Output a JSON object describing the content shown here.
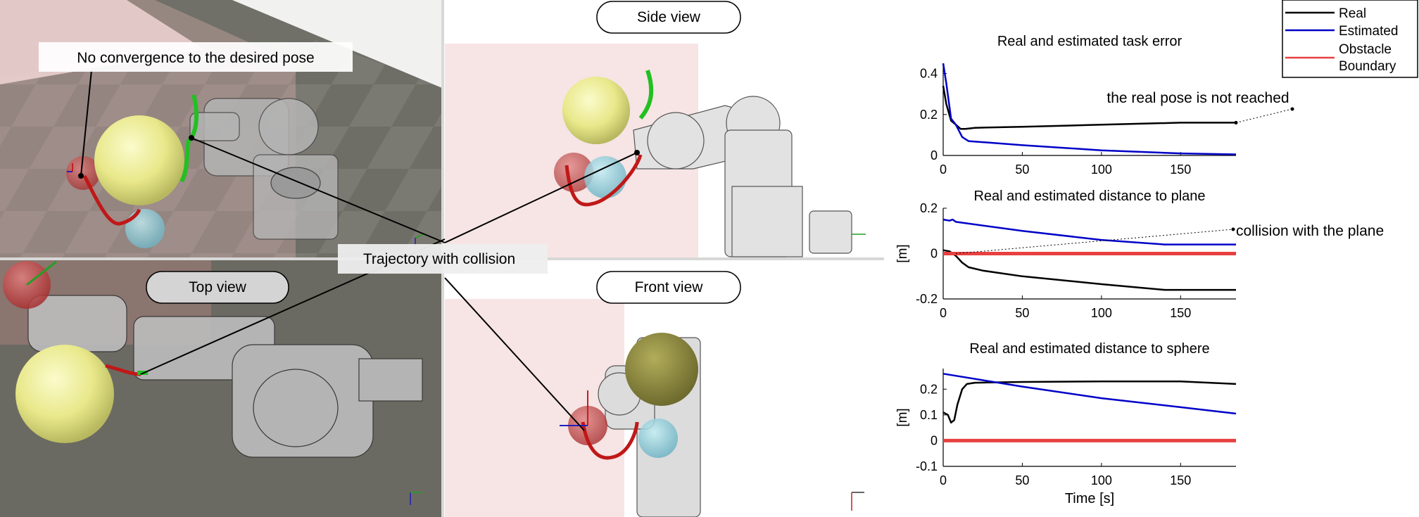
{
  "scenes": {
    "side_view_label": "Side view",
    "top_view_label": "Top view",
    "front_view_label": "Front view",
    "annotation_convergence": "No convergence to the desired pose",
    "annotation_trajectory": "Trajectory with collision"
  },
  "legend": {
    "entries": [
      {
        "label": "Real",
        "color": "#000000"
      },
      {
        "label": "Estimated",
        "color": "#0000c8"
      },
      {
        "label": "Obstacle",
        "label2": "Boundary",
        "color": "#e84040"
      }
    ]
  },
  "chart_data": [
    {
      "type": "line",
      "title": "Real and estimated task error",
      "xlabel": "",
      "ylabel": "",
      "xlim": [
        0,
        185
      ],
      "ylim": [
        0,
        0.45
      ],
      "xticks": [
        0,
        50,
        100,
        150
      ],
      "yticks": [
        0,
        0.2,
        0.4
      ],
      "ytick_labels": [
        "0",
        "0.2",
        "0.4"
      ],
      "annotation": "the real pose is not reached",
      "series": [
        {
          "name": "Real",
          "color": "#000000",
          "x": [
            0,
            2,
            5,
            8,
            11,
            14,
            20,
            50,
            100,
            150,
            185
          ],
          "y": [
            0.34,
            0.25,
            0.17,
            0.15,
            0.13,
            0.13,
            0.135,
            0.14,
            0.15,
            0.16,
            0.16
          ]
        },
        {
          "name": "Estimated",
          "color": "#0000c8",
          "x": [
            0,
            2,
            5,
            8,
            12,
            16,
            25,
            50,
            100,
            150,
            185
          ],
          "y": [
            0.45,
            0.35,
            0.18,
            0.15,
            0.09,
            0.07,
            0.065,
            0.05,
            0.025,
            0.01,
            0.005
          ]
        }
      ]
    },
    {
      "type": "line",
      "title": "Real and estimated distance to plane",
      "xlabel": "",
      "ylabel": "[m]",
      "xlim": [
        0,
        185
      ],
      "ylim": [
        -0.2,
        0.2
      ],
      "xticks": [
        0,
        50,
        100,
        150
      ],
      "yticks": [
        -0.2,
        0,
        0.2
      ],
      "ytick_labels": [
        "-0.2",
        "0",
        "0.2"
      ],
      "annotation": "collision with the plane",
      "series": [
        {
          "name": "Real",
          "color": "#000000",
          "x": [
            0,
            4,
            8,
            12,
            16,
            25,
            50,
            100,
            140,
            185
          ],
          "y": [
            0.015,
            0.01,
            -0.01,
            -0.04,
            -0.06,
            -0.075,
            -0.1,
            -0.135,
            -0.16,
            -0.16
          ]
        },
        {
          "name": "Estimated",
          "color": "#0000c8",
          "x": [
            0,
            4,
            6,
            8,
            50,
            100,
            140,
            185
          ],
          "y": [
            0.15,
            0.145,
            0.15,
            0.14,
            0.1,
            0.06,
            0.04,
            0.04
          ]
        },
        {
          "name": "Obstacle Boundary",
          "color": "#e84040",
          "x": [
            0,
            185
          ],
          "y": [
            0,
            0
          ]
        }
      ]
    },
    {
      "type": "line",
      "title": "Real and estimated distance to sphere",
      "xlabel": "Time [s]",
      "ylabel": "[m]",
      "xlim": [
        0,
        185
      ],
      "ylim": [
        -0.1,
        0.28
      ],
      "xticks": [
        0,
        50,
        100,
        150
      ],
      "yticks": [
        -0.1,
        0,
        0.1,
        0.2
      ],
      "ytick_labels": [
        "-0.1",
        "0",
        "0.1",
        "0.2"
      ],
      "annotation": "",
      "series": [
        {
          "name": "Real",
          "color": "#000000",
          "x": [
            0,
            3,
            5,
            7,
            9,
            12,
            15,
            20,
            50,
            100,
            150,
            185
          ],
          "y": [
            0.11,
            0.1,
            0.07,
            0.08,
            0.14,
            0.2,
            0.22,
            0.225,
            0.228,
            0.23,
            0.23,
            0.22
          ]
        },
        {
          "name": "Estimated",
          "color": "#0000c8",
          "x": [
            0,
            50,
            100,
            150,
            185
          ],
          "y": [
            0.26,
            0.21,
            0.165,
            0.13,
            0.105
          ]
        },
        {
          "name": "Obstacle Boundary",
          "color": "#e84040",
          "x": [
            0,
            185
          ],
          "y": [
            0,
            0
          ]
        }
      ]
    }
  ]
}
